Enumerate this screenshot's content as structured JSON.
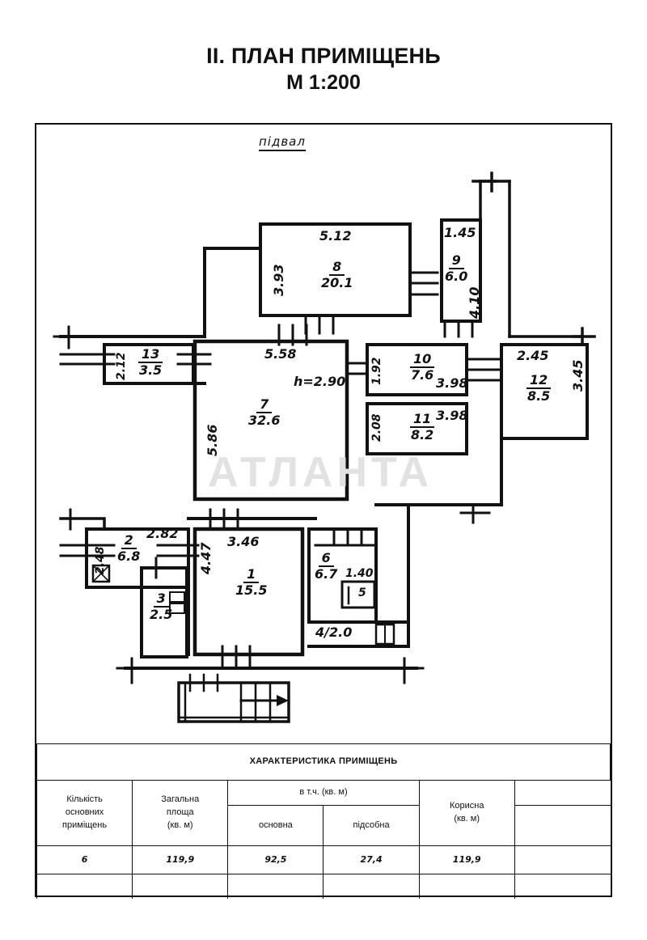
{
  "document": {
    "title": "II. ПЛАН ПРИМІЩЕНЬ",
    "subtitle": "М 1:200",
    "floor_label": "підвал",
    "watermark": "АТЛАНТА"
  },
  "plan": {
    "ceiling_height_note": "h=2.90",
    "rooms": [
      {
        "id": "1",
        "number": "1",
        "area": "15.5",
        "width": "3.46",
        "height": "4.47"
      },
      {
        "id": "2",
        "number": "2",
        "area": "6.8",
        "width": "2.82",
        "height": "2.48"
      },
      {
        "id": "3",
        "number": "3",
        "area": "2.5",
        "width": "",
        "height": ""
      },
      {
        "id": "4",
        "number": "4",
        "area": "2.0",
        "width": "",
        "height": ""
      },
      {
        "id": "5",
        "number": "5",
        "area": "",
        "width": "1.40",
        "height": ""
      },
      {
        "id": "6",
        "number": "6",
        "area": "6.7",
        "width": "",
        "height": ""
      },
      {
        "id": "7",
        "number": "7",
        "area": "32.6",
        "width": "5.58",
        "height": "5.86"
      },
      {
        "id": "8",
        "number": "8",
        "area": "20.1",
        "width": "5.12",
        "height": "3.93"
      },
      {
        "id": "9",
        "number": "9",
        "area": "6.0",
        "width": "1.45",
        "height": "4.10"
      },
      {
        "id": "10",
        "number": "10",
        "area": "7.6",
        "width": "1.92",
        "height": "3.98"
      },
      {
        "id": "11",
        "number": "11",
        "area": "8.2",
        "width": "2.08",
        "height": "3.98"
      },
      {
        "id": "12",
        "number": "12",
        "area": "8.5",
        "width": "2.45",
        "height": "3.45"
      },
      {
        "id": "13",
        "number": "13",
        "area": "3.5",
        "width": "",
        "height": "2.12"
      }
    ]
  },
  "characteristics_table": {
    "title": "ХАРАКТЕРИСТИКА ПРИМІЩЕНЬ",
    "group_header": "в т.ч. (кв. м)",
    "headers": [
      "Кількість основних приміщень",
      "Загальна площа (кв. м)",
      "основна",
      "підсобна",
      "Корисна (кв. м)"
    ],
    "header_lines": {
      "c1_l1": "Кількість",
      "c1_l2": "основних",
      "c1_l3": "приміщень",
      "c2_l1": "Загальна",
      "c2_l2": "площа",
      "c2_l3": "(кв. м)",
      "c3": "основна",
      "c4": "підсобна",
      "c5_l1": "Корисна",
      "c5_l2": "(кв. м)"
    },
    "row": {
      "count": "6",
      "total_area": "119,9",
      "main_area": "92,5",
      "auxiliary_area": "27,4",
      "useful_area": "119,9"
    }
  }
}
